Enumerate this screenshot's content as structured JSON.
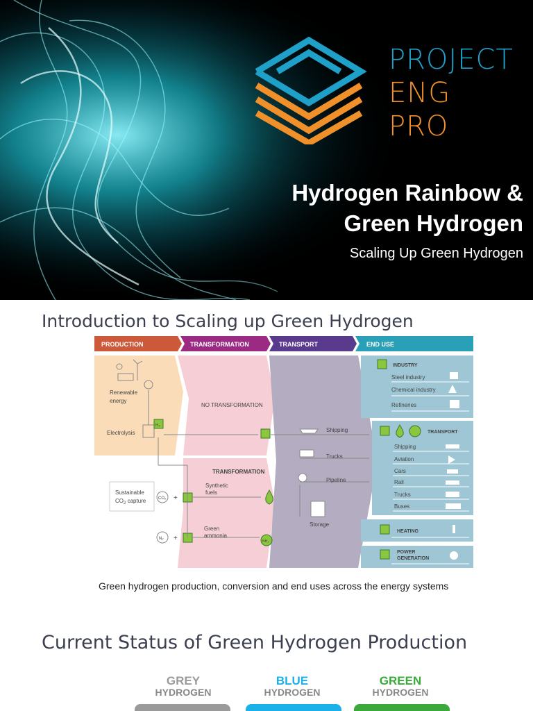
{
  "hero": {
    "brand": {
      "line1": "PROJECT",
      "line2": "ENG",
      "line3": "PRO"
    },
    "title_line1": "Hydrogen Rainbow &",
    "title_line2": "Green Hydrogen",
    "subtitle": "Scaling Up Green Hydrogen",
    "colors": {
      "brand_blue": "#1fa0c8",
      "brand_orange": "#f0902a"
    }
  },
  "section1": {
    "title": "Introduction to Scaling up Green Hydrogen",
    "caption": "Green hydrogen production, conversion and end uses across the energy systems"
  },
  "diagram": {
    "headers": [
      {
        "label": "PRODUCTION",
        "color": "#cc5a3a"
      },
      {
        "label": "TRANSFORMATION",
        "color": "#9b2a82"
      },
      {
        "label": "TRANSPORT",
        "color": "#5a3a8c"
      },
      {
        "label": "END USE",
        "color": "#2aa0b8"
      }
    ],
    "production": {
      "renewable": "Renewable",
      "energy": "energy",
      "electrolysis": "Electrolysis",
      "sustainable": "Sustainable",
      "co2_capture": "CO",
      "co2_sub": "2",
      "co2_capture_rest": " capture",
      "co2_badge": "CO₂",
      "n2_badge": "N₂",
      "plus": "+"
    },
    "transformation": {
      "no_transformation": "NO TRANSFORMATION",
      "transformation": "TRANSFORMATION",
      "synthetic": "Synthetic",
      "fuels": "fuels",
      "green": "Green",
      "ammonia": "ammonia"
    },
    "transport": {
      "shipping": "Shipping",
      "trucks": "Trucks",
      "pipeline": "Pipeline",
      "storage": "Storage"
    },
    "end_use": {
      "industry": "INDUSTRY",
      "industry_items": [
        "Steel industry",
        "Chemical industry",
        "Refineries"
      ],
      "transport": "TRANSPORT",
      "transport_items": [
        "Shipping",
        "Aviation",
        "Cars",
        "Rail",
        "Trucks",
        "Buses"
      ],
      "heating": "HEATING",
      "power1": "POWER",
      "power2": "GENERATION"
    },
    "h2_badge": "H₂",
    "nh3_badge": "NH₃"
  },
  "section2": {
    "title": "Current Status of Green Hydrogen Production",
    "grey": {
      "big": "GREY",
      "small": "HYDROGEN",
      "color": "#9a9a9a"
    },
    "blue": {
      "big": "BLUE",
      "small": "HYDROGEN",
      "color": "#1ab0e8"
    },
    "green": {
      "big": "GREEN",
      "small": "HYDROGEN",
      "color": "#3aa83a"
    }
  }
}
